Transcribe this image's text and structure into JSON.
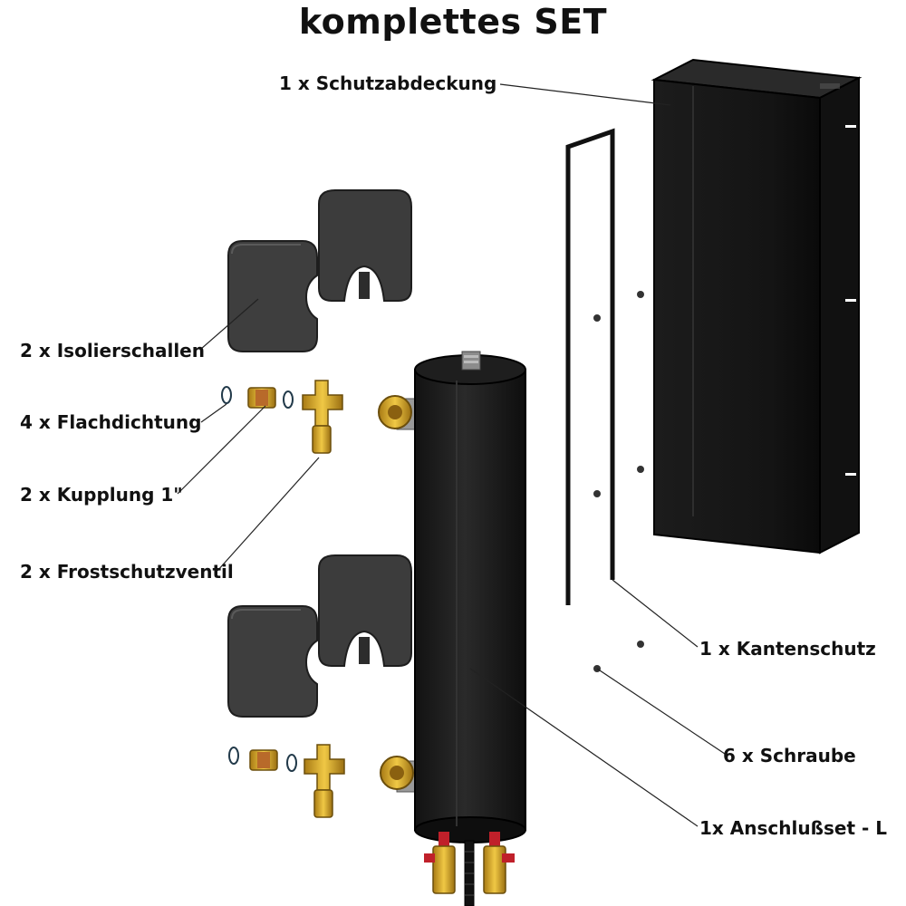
{
  "title": "komplettes SET",
  "labels": {
    "schutzabdeckung": "1 x Schutzabdeckung",
    "isolierschallen": "2 x Isolierschallen",
    "flachdichtung": "4 x Flachdichtung",
    "kupplung": "2 x Kupplung 1\"",
    "frostschutzventil": "2 x Frostschutzventil",
    "kantenschutz": "1 x Kantenschutz",
    "schraube": "6 x Schraube",
    "anschlussset": "1x Anschlußset - L"
  },
  "colors": {
    "cover": "#1a1a1a",
    "insulation": "#3c3c3c",
    "brass": "#d4a72c",
    "copper": "#b86a2a",
    "red_valve": "#c0202a",
    "leader": "#222222"
  }
}
